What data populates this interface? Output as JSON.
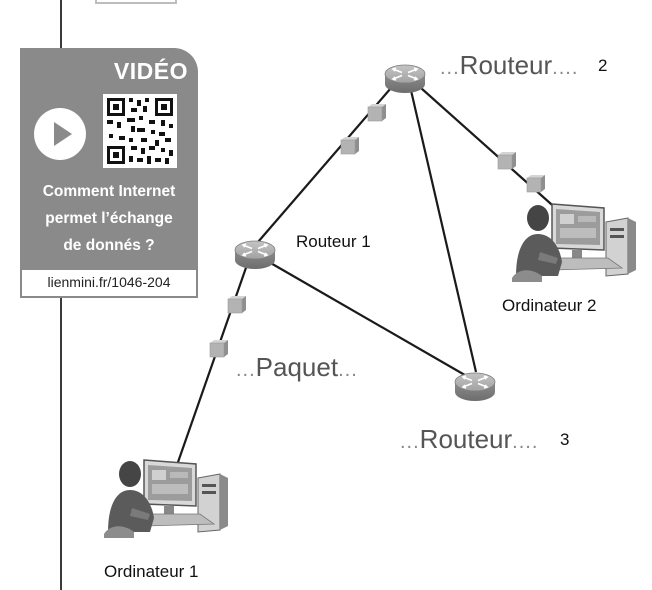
{
  "video_card": {
    "title": "VIDÉO",
    "text_line1": "Comment Internet",
    "text_line2": "permet l’échange",
    "text_line3": "de donnés ?",
    "link": "lienmini.fr/1046-204"
  },
  "diagram": {
    "router1_label": "Routeur 1",
    "router2_fill": "Routeur",
    "router2_number": "2",
    "router3_fill": "Routeur",
    "router3_number": "3",
    "packet_fill": "Paquet",
    "computer1_label": "Ordinateur 1",
    "computer2_label": "Ordinateur 2",
    "dots_before": "...",
    "dots_after": "...."
  },
  "colors": {
    "card_gray": "#8a8a8a",
    "line": "#1a1a1a",
    "packet": "#b5b5b5",
    "router": "#9a9a9a"
  }
}
